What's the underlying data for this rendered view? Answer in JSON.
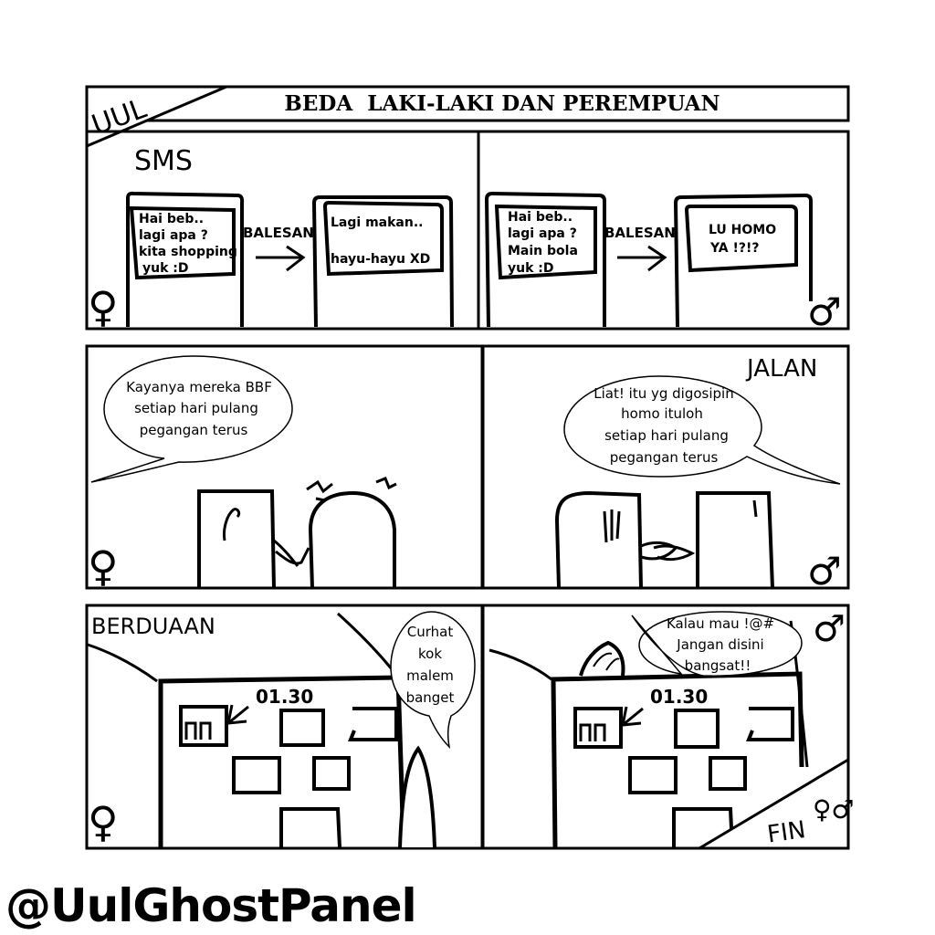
{
  "header": {
    "author_tag": "UUL",
    "title": "BEDA  LAKI-LAKI DAN PEREMPUAN"
  },
  "row1": {
    "caption": "SMS",
    "female": {
      "sent_lines": [
        "Hai beb..",
        "lagi apa ?",
        "kita shopping",
        "yuk :D"
      ],
      "arrow_label": "BALESAN",
      "reply_lines": [
        "Lagi makan..",
        "",
        "hayu-hayu XD"
      ],
      "gender_symbol": "♀"
    },
    "male": {
      "sent_lines": [
        "Hai beb..",
        "lagi apa ?",
        "Main bola",
        "yuk :D"
      ],
      "arrow_label": "BALESAN",
      "reply_lines": [
        "LU HOMO",
        "YA !?!?"
      ],
      "gender_symbol": "♂"
    }
  },
  "row2": {
    "caption": "JALAN",
    "female": {
      "bubble_lines": [
        "Kayanya mereka BBF",
        "setiap hari pulang",
        "pegangan terus"
      ],
      "gender_symbol": "♀"
    },
    "male": {
      "bubble_lines": [
        "Liat! itu yg digosipin",
        "homo ituloh",
        "setiap hari pulang",
        "pegangan terus"
      ],
      "gender_symbol": "♂"
    }
  },
  "row3": {
    "caption": "BERDUAAN",
    "female": {
      "time": "01.30",
      "bubble_lines": [
        "Curhat",
        "kok",
        "malem",
        "banget"
      ],
      "gender_symbol": "♀"
    },
    "male": {
      "time": "01.30",
      "bubble_lines": [
        "Kalau mau !@#",
        "Jangan disini",
        "bangsat!!"
      ],
      "gender_symbol": "♂",
      "end_symbol": "♀♂",
      "end_text": "FIN"
    }
  },
  "credit": "@UulGhostPanel"
}
